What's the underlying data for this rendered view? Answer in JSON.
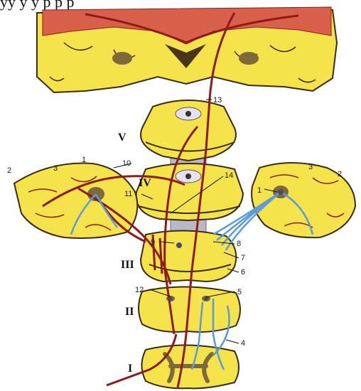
{
  "caption": "уу     у    у  р р р",
  "colors": {
    "tissue_yellow": "#f4e34a",
    "tissue_edge": "#3a2a10",
    "cortex_red": "#d9604a",
    "tract_red": "#8e1a1a",
    "tract_blue": "#5a9bd8",
    "ventricle_grey": "#b9b7c8",
    "grey_matter": "#7d6a3a"
  },
  "roman_labels": {
    "v": "V",
    "iv": "IV",
    "iii": "III",
    "ii": "II",
    "i": "I"
  },
  "number_labels": {
    "n13": "13",
    "n10": "10",
    "n1_left": "1",
    "n3_left": "3",
    "n2_left": "2",
    "n11": "11",
    "n14": "14",
    "n3_right": "3",
    "n2_right": "2",
    "n1_right": "1",
    "n9": "9",
    "n8": "8",
    "n7": "7",
    "n6": "6",
    "n12": "12",
    "n5": "5",
    "n4": "4"
  }
}
